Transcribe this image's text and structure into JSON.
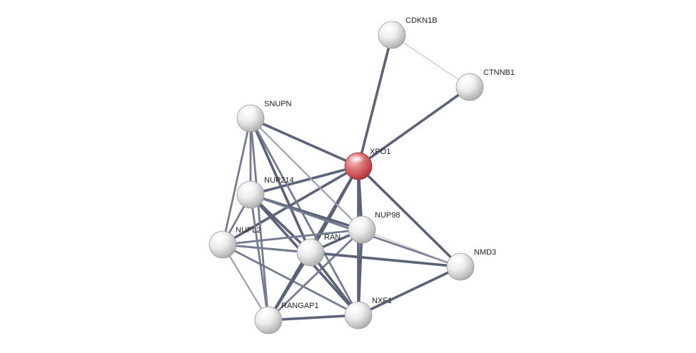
{
  "network": {
    "nodes": [
      {
        "id": "XPO1",
        "label": "XPO1",
        "highlighted": true
      },
      {
        "id": "CDKN1B",
        "label": "CDKN1B",
        "highlighted": false
      },
      {
        "id": "CTNNB1",
        "label": "CTNNB1",
        "highlighted": false
      },
      {
        "id": "SNUPN",
        "label": "SNUPN",
        "highlighted": false
      },
      {
        "id": "NUP214",
        "label": "NUP214",
        "highlighted": false
      },
      {
        "id": "NUPL2",
        "label": "NUPL2",
        "highlighted": false
      },
      {
        "id": "NUP98",
        "label": "NUP98",
        "highlighted": false
      },
      {
        "id": "RAN",
        "label": "RAN",
        "highlighted": false
      },
      {
        "id": "NMD3",
        "label": "NMD3",
        "highlighted": false
      },
      {
        "id": "RANGAP1",
        "label": "RANGAP1",
        "highlighted": false
      },
      {
        "id": "NXF1",
        "label": "NXF1",
        "highlighted": false
      }
    ],
    "edges": [
      {
        "from": "XPO1",
        "to": "CDKN1B",
        "strength": "strong"
      },
      {
        "from": "XPO1",
        "to": "CTNNB1",
        "strength": "strong"
      },
      {
        "from": "CDKN1B",
        "to": "CTNNB1",
        "strength": "weak"
      },
      {
        "from": "XPO1",
        "to": "SNUPN",
        "strength": "strong"
      },
      {
        "from": "XPO1",
        "to": "NUP214",
        "strength": "strong"
      },
      {
        "from": "XPO1",
        "to": "NUPL2",
        "strength": "strong"
      },
      {
        "from": "XPO1",
        "to": "NUP98",
        "strength": "strong"
      },
      {
        "from": "XPO1",
        "to": "RAN",
        "strength": "strong"
      },
      {
        "from": "XPO1",
        "to": "NMD3",
        "strength": "strong"
      },
      {
        "from": "XPO1",
        "to": "RANGAP1",
        "strength": "strong"
      },
      {
        "from": "XPO1",
        "to": "NXF1",
        "strength": "strong"
      },
      {
        "from": "SNUPN",
        "to": "NUP214",
        "strength": "medium"
      },
      {
        "from": "SNUPN",
        "to": "NUPL2",
        "strength": "medium"
      },
      {
        "from": "SNUPN",
        "to": "RAN",
        "strength": "strong"
      },
      {
        "from": "SNUPN",
        "to": "NUP98",
        "strength": "light"
      },
      {
        "from": "SNUPN",
        "to": "RANGAP1",
        "strength": "medium"
      },
      {
        "from": "SNUPN",
        "to": "NXF1",
        "strength": "medium"
      },
      {
        "from": "NUP214",
        "to": "NUPL2",
        "strength": "medium"
      },
      {
        "from": "NUP214",
        "to": "NUP98",
        "strength": "strong"
      },
      {
        "from": "NUP214",
        "to": "RAN",
        "strength": "strong"
      },
      {
        "from": "NUP214",
        "to": "RANGAP1",
        "strength": "medium"
      },
      {
        "from": "NUP214",
        "to": "NXF1",
        "strength": "strong"
      },
      {
        "from": "NUP214",
        "to": "NMD3",
        "strength": "medium"
      },
      {
        "from": "NUPL2",
        "to": "NUP98",
        "strength": "medium"
      },
      {
        "from": "NUPL2",
        "to": "RAN",
        "strength": "medium"
      },
      {
        "from": "NUPL2",
        "to": "RANGAP1",
        "strength": "light"
      },
      {
        "from": "NUPL2",
        "to": "NXF1",
        "strength": "medium"
      },
      {
        "from": "NUPL2",
        "to": "NMD3",
        "strength": "medium"
      },
      {
        "from": "NUP98",
        "to": "RAN",
        "strength": "strong"
      },
      {
        "from": "NUP98",
        "to": "RANGAP1",
        "strength": "medium"
      },
      {
        "from": "NUP98",
        "to": "NXF1",
        "strength": "strong"
      },
      {
        "from": "NUP98",
        "to": "NMD3",
        "strength": "weak"
      },
      {
        "from": "RAN",
        "to": "RANGAP1",
        "strength": "strong"
      },
      {
        "from": "RAN",
        "to": "NXF1",
        "strength": "strong"
      },
      {
        "from": "RAN",
        "to": "NMD3",
        "strength": "strong"
      },
      {
        "from": "RANGAP1",
        "to": "NXF1",
        "strength": "strong"
      },
      {
        "from": "NXF1",
        "to": "NMD3",
        "strength": "strong"
      }
    ],
    "colors": {
      "edge_strong": "#5c6378",
      "edge_medium": "#757b90",
      "edge_light": "#9a9fb1",
      "edge_weak": "#c8c8c8",
      "node_default": "#dcdcdc",
      "node_highlight": "#d9525a"
    }
  }
}
